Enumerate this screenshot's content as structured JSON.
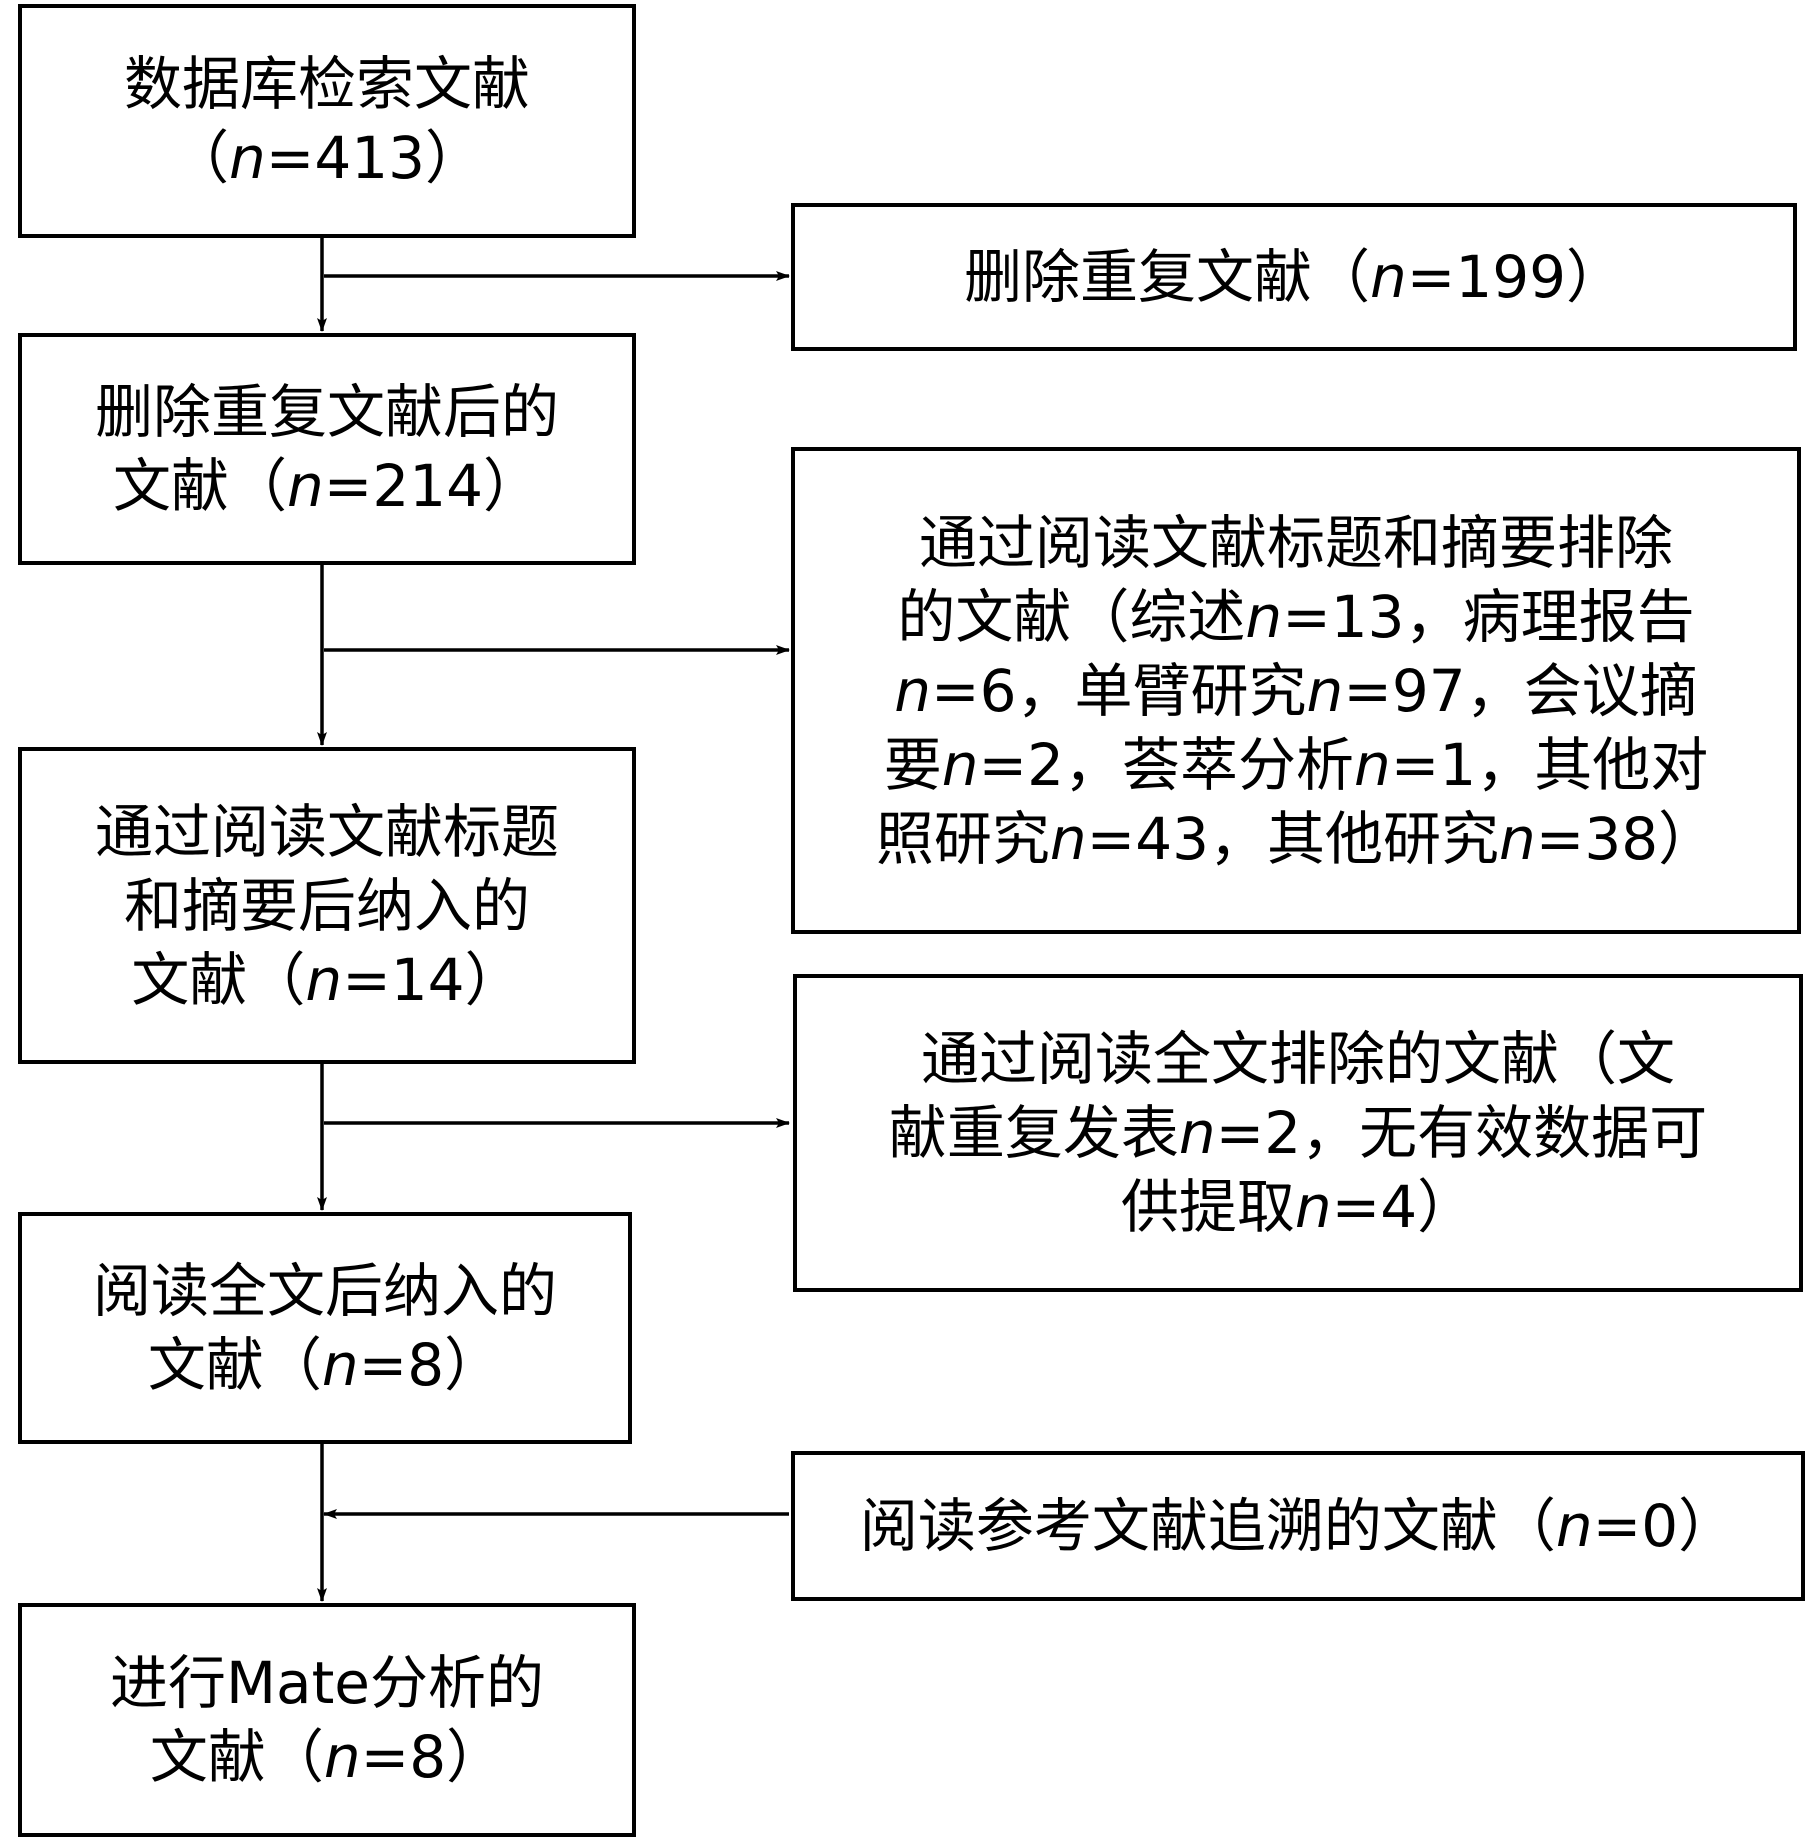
{
  "flow": {
    "search": {
      "lines": [
        [
          {
            "t": "数据库检索文献"
          }
        ],
        [
          {
            "t": "（"
          },
          {
            "t": "n",
            "i": true
          },
          {
            "t": "=413）"
          }
        ]
      ]
    },
    "duplicates_removed": {
      "lines": [
        [
          {
            "t": "删除重复文献（"
          },
          {
            "t": "n",
            "i": true
          },
          {
            "t": "=199）"
          }
        ]
      ]
    },
    "after_dedup": {
      "lines": [
        [
          {
            "t": "删除重复文献后的"
          }
        ],
        [
          {
            "t": "文献（"
          },
          {
            "t": "n",
            "i": true
          },
          {
            "t": "=214）"
          }
        ]
      ]
    },
    "title_abstract_excluded": {
      "lines": [
        [
          {
            "t": "通过阅读文献标题和摘要排除"
          }
        ],
        [
          {
            "t": "的文献（综述"
          },
          {
            "t": "n",
            "i": true
          },
          {
            "t": "=13，病理报告"
          }
        ],
        [
          {
            "t": "n",
            "i": true
          },
          {
            "t": "=6，单臂研究"
          },
          {
            "t": "n",
            "i": true
          },
          {
            "t": "=97，会议摘"
          }
        ],
        [
          {
            "t": "要"
          },
          {
            "t": "n",
            "i": true
          },
          {
            "t": "=2，荟萃分析"
          },
          {
            "t": "n",
            "i": true
          },
          {
            "t": "=1，其他对"
          }
        ],
        [
          {
            "t": "照研究"
          },
          {
            "t": "n",
            "i": true
          },
          {
            "t": "=43，其他研究"
          },
          {
            "t": "n",
            "i": true
          },
          {
            "t": "=38）"
          }
        ]
      ]
    },
    "after_screening": {
      "lines": [
        [
          {
            "t": "通过阅读文献标题"
          }
        ],
        [
          {
            "t": "和摘要后纳入的"
          }
        ],
        [
          {
            "t": "文献（"
          },
          {
            "t": "n",
            "i": true
          },
          {
            "t": "=14）"
          }
        ]
      ]
    },
    "fulltext_excluded": {
      "lines": [
        [
          {
            "t": "通过阅读全文排除的文献（文"
          }
        ],
        [
          {
            "t": "献重复发表"
          },
          {
            "t": "n",
            "i": true
          },
          {
            "t": "=2，无有效数据可"
          }
        ],
        [
          {
            "t": "供提取"
          },
          {
            "t": "n",
            "i": true
          },
          {
            "t": "=4）"
          }
        ]
      ]
    },
    "after_fulltext": {
      "lines": [
        [
          {
            "t": "阅读全文后纳入的"
          }
        ],
        [
          {
            "t": "文献（"
          },
          {
            "t": "n",
            "i": true
          },
          {
            "t": "=8）"
          }
        ]
      ]
    },
    "reference_tracing": {
      "lines": [
        [
          {
            "t": "阅读参考文献追溯的文献（"
          },
          {
            "t": "n",
            "i": true
          },
          {
            "t": "=0）"
          }
        ]
      ]
    },
    "meta_analysis": {
      "lines": [
        [
          {
            "t": "进行Mate分析的"
          }
        ],
        [
          {
            "t": "文献（"
          },
          {
            "t": "n",
            "i": true
          },
          {
            "t": "=8）"
          }
        ]
      ]
    }
  },
  "colors": {
    "stroke": "#000000",
    "background": "#ffffff"
  }
}
